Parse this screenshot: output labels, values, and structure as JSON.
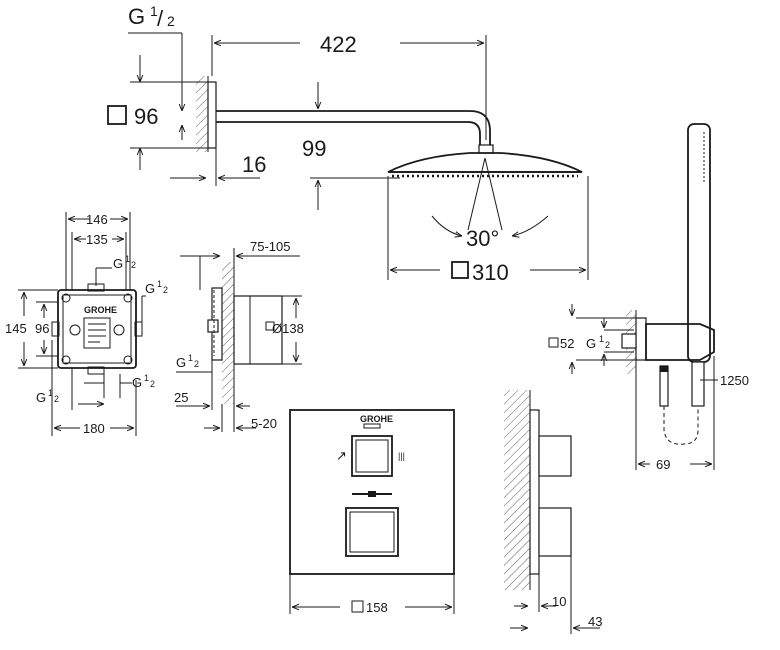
{
  "head_shower": {
    "thread_label": "G",
    "thread_fraction_num": "1",
    "thread_fraction_den": "2",
    "flange_size": "96",
    "arm_length": "422",
    "arm_drop": "99",
    "flange_depth": "16",
    "spray_angle": "30°",
    "head_size": "310"
  },
  "box": {
    "width_outer": "146",
    "width_inner": "135",
    "height_outer": "145",
    "height_inner": "96",
    "bottom_width": "180",
    "thread_top_label": "G",
    "thread_right_label": "G",
    "thread_bottom_left_label": "G",
    "thread_bottom_right_label": "G",
    "frac_num": "1",
    "frac_den": "2",
    "brand": "GROHE"
  },
  "side_box": {
    "depth_range": "75-105",
    "diameter": "Ø138",
    "thread_label": "G",
    "frac_num": "1",
    "frac_den": "2",
    "offset": "25",
    "wall_range": "5-20"
  },
  "trim_plate": {
    "brand": "GROHE",
    "width": "158",
    "left_symbol": "↗",
    "right_symbol": "|||"
  },
  "trim_side": {
    "depth_a": "10",
    "depth_b": "43"
  },
  "handshower": {
    "elbow_size": "52",
    "thread_label": "G",
    "frac_num": "1",
    "frac_den": "2",
    "hose_length": "1250",
    "holder_depth": "69"
  }
}
